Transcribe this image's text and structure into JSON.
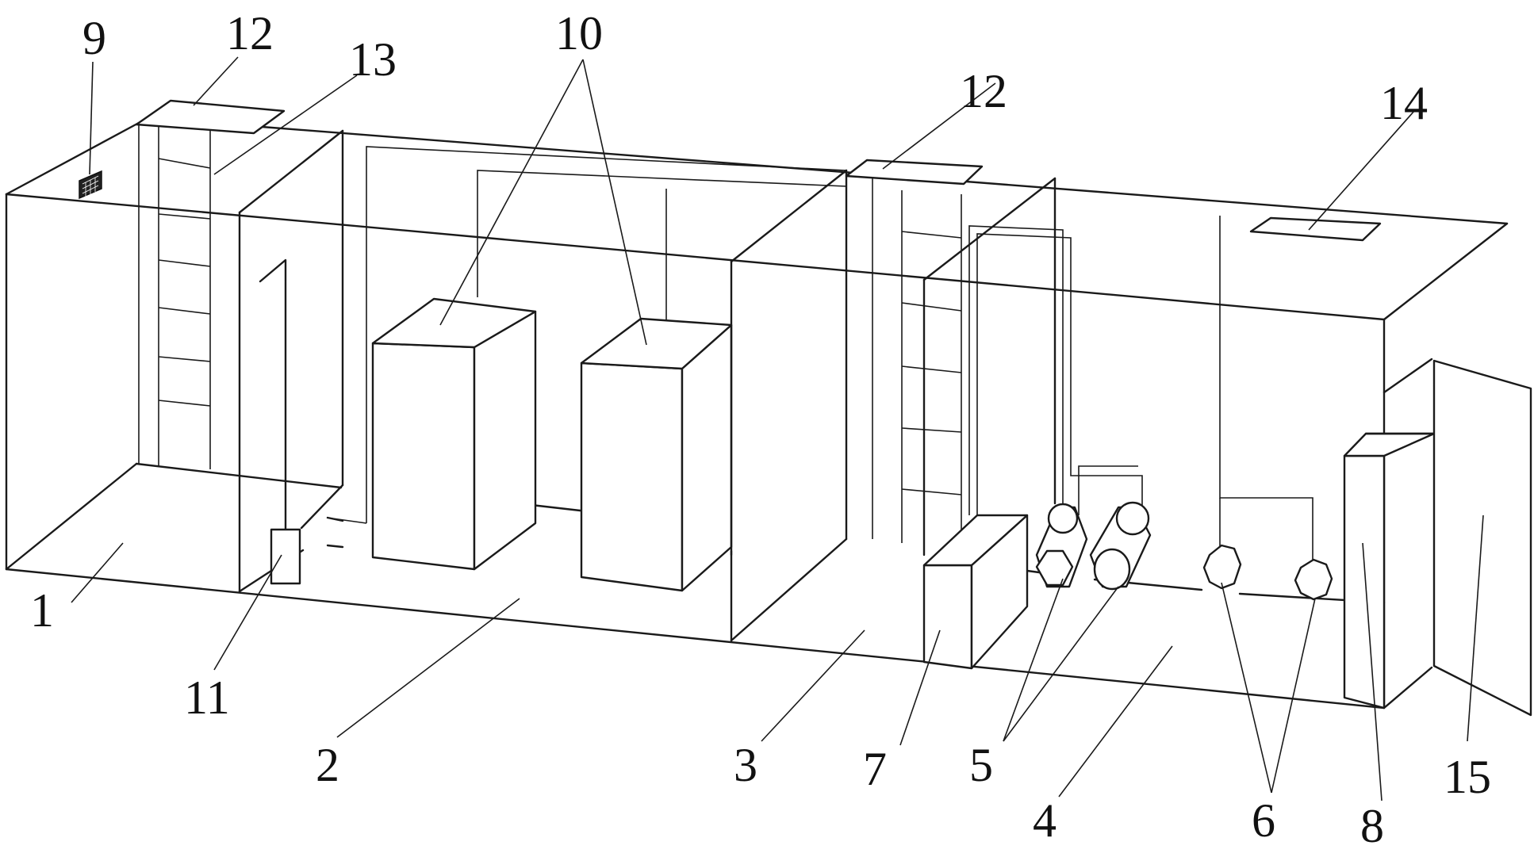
{
  "labels": {
    "l1": "1",
    "l2": "2",
    "l3": "3",
    "l4": "4",
    "l5": "5",
    "l6": "6",
    "l7": "7",
    "l8": "8",
    "l9": "9",
    "l10": "10",
    "l11": "11",
    "l12a": "12",
    "l12b": "12",
    "l13": "13",
    "l14": "14",
    "l15": "15"
  },
  "colors": {
    "line": "#1a1a1a",
    "background": "#ffffff"
  }
}
